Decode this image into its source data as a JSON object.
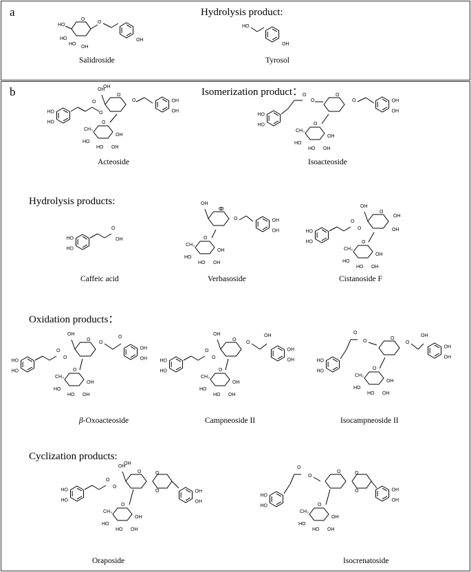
{
  "panel_a": {
    "label": "a",
    "heading": "Hydrolysis product:",
    "compounds": [
      "Salidroside",
      "Tyrosol"
    ]
  },
  "panel_b": {
    "label": "b",
    "isomerization_heading": "Isomerization product：",
    "isomerization": [
      "Acteoside",
      "Isoacteoside"
    ],
    "hydrolysis_heading": "Hydrolysis products:",
    "hydrolysis": [
      "Caffeic acid",
      "Verbasoside",
      "Cistanoside F"
    ],
    "oxidation_heading": "Oxidation products：",
    "oxidation": [
      "β-Oxoacteoside",
      "Campneoside II",
      "Isocampneoside II"
    ],
    "cyclization_heading": "Cyclization products:",
    "cyclization": [
      "Oraposide",
      "Isocrenatoside"
    ]
  },
  "atom_labels": {
    "oh": "OH",
    "ho": "HO",
    "o": "O",
    "ch3": "CH₃"
  }
}
